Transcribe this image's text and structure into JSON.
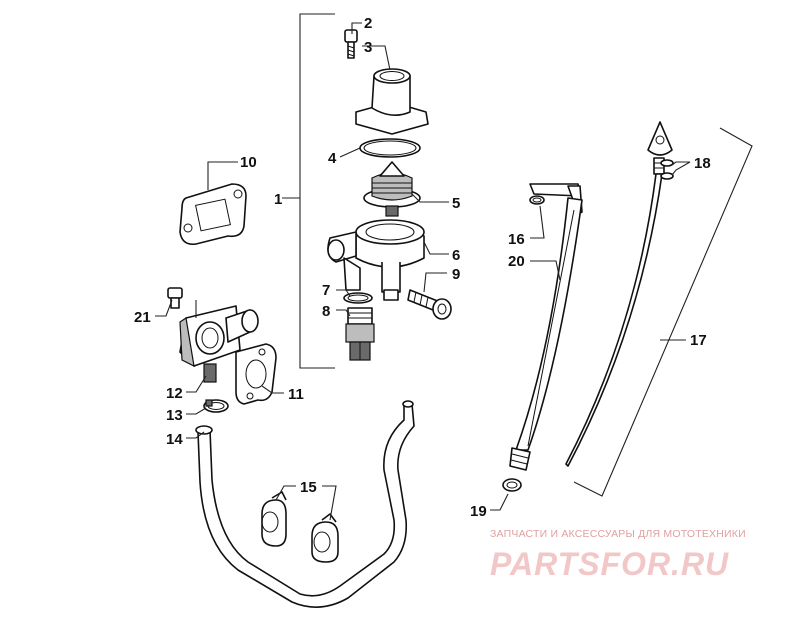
{
  "callouts": {
    "c1": "1",
    "c2": "2",
    "c3": "3",
    "c4": "4",
    "c5": "5",
    "c6": "6",
    "c7": "7",
    "c8": "8",
    "c9": "9",
    "c10": "10",
    "c11": "11",
    "c12": "12",
    "c13": "13",
    "c14": "14",
    "c15": "15",
    "c16": "16",
    "c17": "17",
    "c18": "18",
    "c19": "19",
    "c20": "20",
    "c21": "21"
  },
  "watermark": {
    "tagline": "ЗАПЧАСТИ И АКСЕССУАРЫ ДЛЯ МОТОТЕХНИКИ",
    "logo": "PARTSFOR.RU"
  },
  "colors": {
    "line": "#111111",
    "watermark": "#e0a0a0",
    "logo": "#f2c7c7"
  }
}
